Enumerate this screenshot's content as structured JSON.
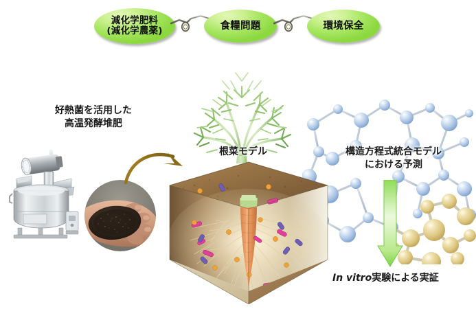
{
  "figure": {
    "title_concepts": [
      {
        "id": "ellipse-reduced-fertilizer",
        "label": "減化学肥料\n(減化学農薬)"
      },
      {
        "id": "ellipse-food-problem",
        "label": "食糧問題"
      },
      {
        "id": "ellipse-environment",
        "label": "環境保全"
      }
    ],
    "labels": {
      "compost": "好熱菌を活用した\n高温発酵堆肥",
      "root_model": "根菜モデル",
      "sem_model": "構造方程式統合モデル\nにおける予測",
      "in_vitro_italic": "In vitro",
      "in_vitro_rest": "実験による実証"
    },
    "icons": {
      "machine": "fermenter-machine-icon",
      "soil_photo": "hand-holding-compost-photo",
      "gold_arrow": "curved-gold-arrow-icon",
      "green_arrow": "green-down-arrow-icon",
      "chain_link": "chain-link-connector-icon",
      "cube": "soil-cross-section-cube",
      "foliage": "carrot-foliage-icon",
      "molecules": "molecular-network-icon"
    },
    "colors": {
      "ellipse_green_light": "#cdf193",
      "ellipse_green_dark": "#8cd83f",
      "soil_brown": "#8a6239",
      "carrot_orange": "#e8955a",
      "root_cream": "#e8d9ad",
      "bacteria_pink": "#e0409a",
      "bacteria_purple": "#6e5fb4",
      "bacteria_orange": "#efa13a",
      "molecule_blue": "#aec6e8",
      "molecule_gold": "#ddc178",
      "arrow_green": "#8ada55",
      "arrow_gold": "#9a7120",
      "foliage_green": "#8cc06a",
      "text_dark": "#1a1a1a"
    }
  }
}
